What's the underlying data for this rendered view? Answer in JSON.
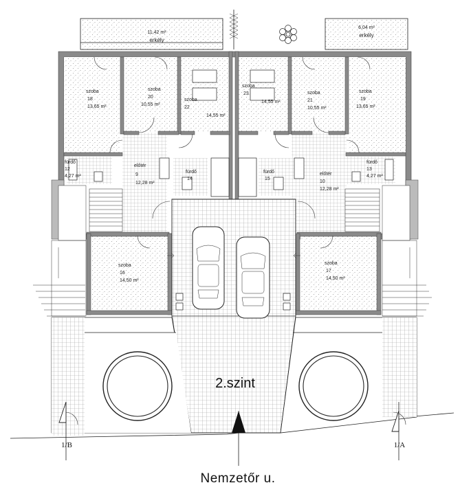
{
  "drawing": {
    "level_label": "2.szint",
    "street_label": "Nemzetőr u.",
    "section_left": "1/B",
    "section_right": "1/A"
  },
  "rooms": [
    {
      "id": "18",
      "name": "szoba",
      "number": "18",
      "area": "13,65 m²"
    },
    {
      "id": "20",
      "name": "szoba",
      "number": "20",
      "area": "10,55 m²"
    },
    {
      "id": "22",
      "name": "szoba",
      "number": "22",
      "area": "14,55 m²"
    },
    {
      "id": "23",
      "name": "szoba",
      "number": "23",
      "area": "14,55 m²"
    },
    {
      "id": "21",
      "name": "szoba",
      "number": "21",
      "area": "10,55 m²"
    },
    {
      "id": "19",
      "name": "szoba",
      "number": "19",
      "area": "13,65 m²"
    },
    {
      "id": "12",
      "name": "fürdő",
      "number": "12",
      "area": "4,27 m²"
    },
    {
      "id": "9",
      "name": "előtér",
      "number": "9",
      "area": "12,28 m²"
    },
    {
      "id": "14",
      "name": "fürdő",
      "number": "14",
      "area": ""
    },
    {
      "id": "15",
      "name": "fürdő",
      "number": "15",
      "area": ""
    },
    {
      "id": "10",
      "name": "előtér",
      "number": "10",
      "area": "12,28 m²"
    },
    {
      "id": "13",
      "name": "fürdő",
      "number": "13",
      "area": "4,27 m²"
    },
    {
      "id": "16",
      "name": "szoba",
      "number": "16",
      "area": "14,50 m²"
    },
    {
      "id": "17",
      "name": "szoba",
      "number": "17",
      "area": "14,50 m²"
    }
  ],
  "balconies": [
    {
      "id": "left",
      "area": "11,42 m²",
      "name": "erkély"
    },
    {
      "id": "right",
      "area": "6,04 m²",
      "name": "erkély"
    }
  ],
  "colors": {
    "wall": "#8a8a8a",
    "tile": "#9a9a9a",
    "stipple": "#888888",
    "ink": "#222222"
  }
}
